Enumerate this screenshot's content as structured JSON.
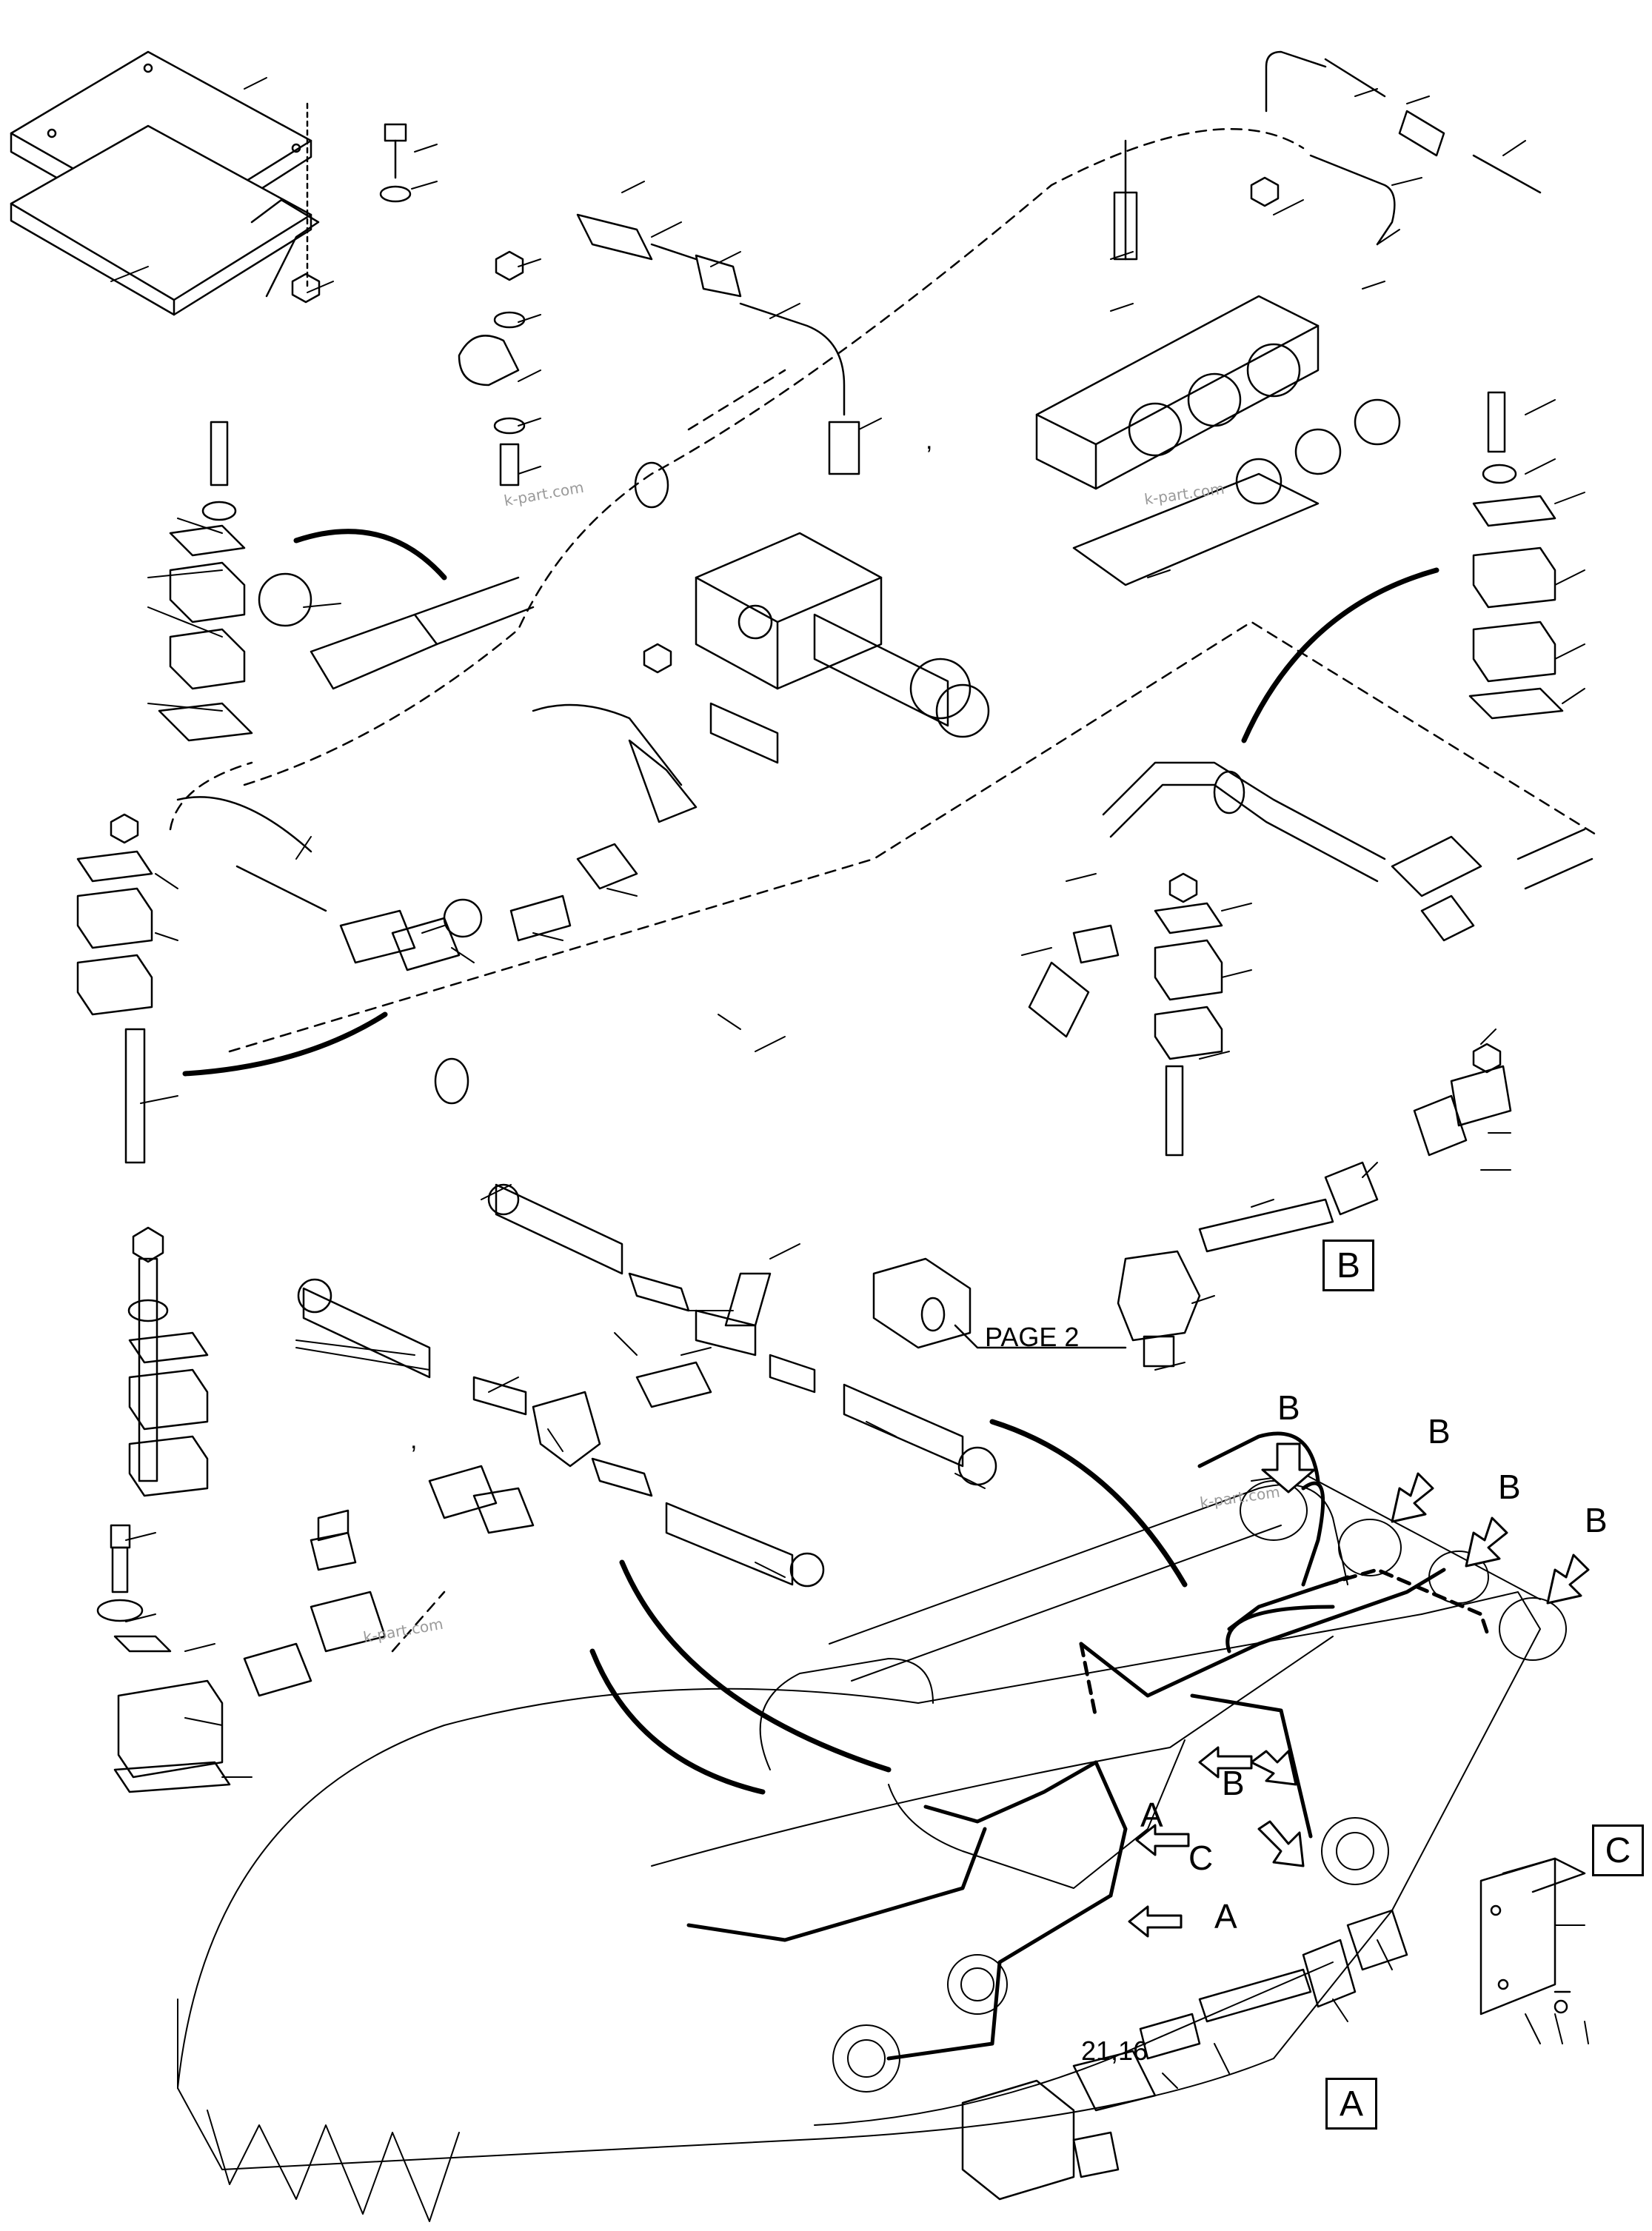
{
  "labels": {
    "page_ref": "PAGE 2",
    "part_ref": "21,16",
    "callout_a": "A",
    "callout_b": "B",
    "callout_c": "C",
    "box_a": "A",
    "box_b": "B",
    "box_c": "C"
  },
  "watermark": "k-part.com",
  "punctuation": ","
}
